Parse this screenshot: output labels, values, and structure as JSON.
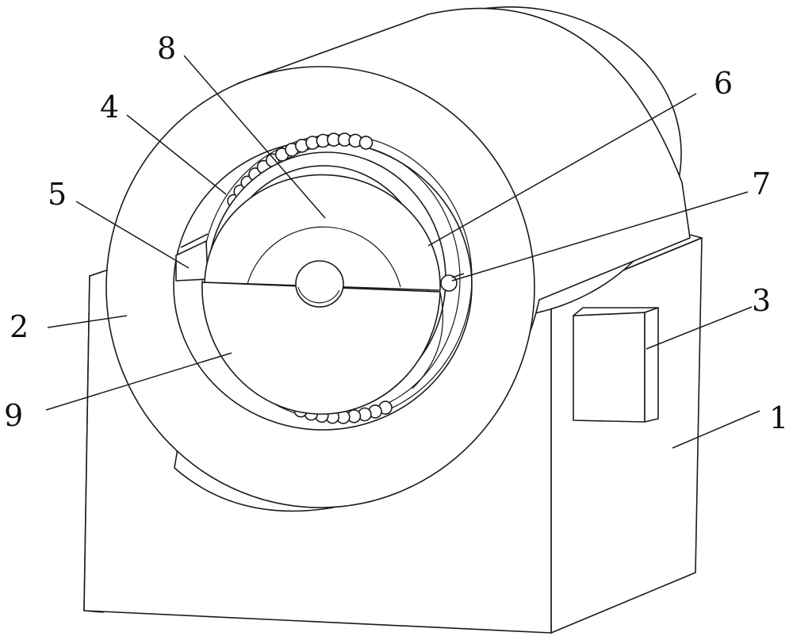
{
  "labels": {
    "base": "1",
    "drum": "2",
    "control_box": "3",
    "bearing_ring": "4",
    "left_block": "5",
    "inner_ring": "6",
    "pin": "7",
    "upper_plate": "8",
    "lower_plate": "9"
  },
  "colors": {
    "line": "#1a1a1a",
    "fill": "#ffffff",
    "text": "#111111"
  }
}
